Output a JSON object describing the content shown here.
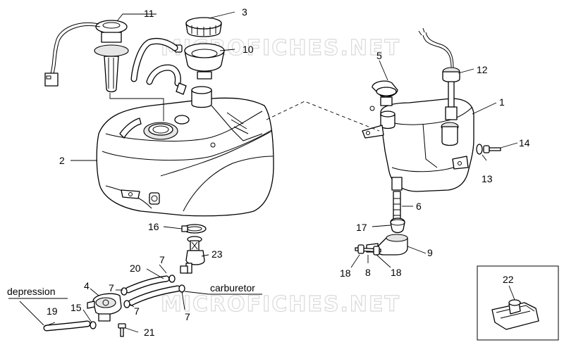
{
  "watermark": "MICROFICHES.NET",
  "annotations": {
    "depression": "depression",
    "carburetor": "carburetor"
  },
  "callouts": [
    "1",
    "2",
    "3",
    "4",
    "5",
    "6",
    "7",
    "7",
    "7",
    "7",
    "8",
    "9",
    "10",
    "11",
    "12",
    "13",
    "14",
    "15",
    "16",
    "17",
    "18",
    "18",
    "19",
    "20",
    "21",
    "22",
    "23"
  ]
}
